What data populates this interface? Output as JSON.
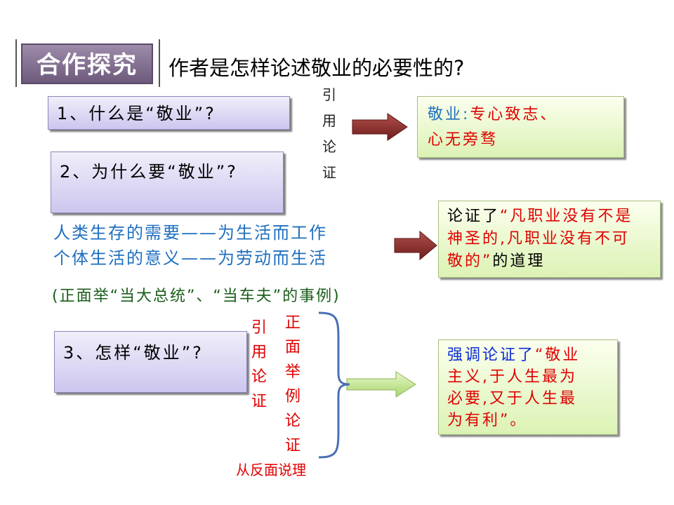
{
  "header": {
    "badge": "合作探究",
    "question": "作者是怎样论述敬业的必要性的?"
  },
  "questions": {
    "q1": "1、什么是“敬业”?",
    "q2": "2、为什么要“敬业”?",
    "q3": "3、怎样“敬业”?"
  },
  "methods": {
    "m1": [
      "引",
      "用",
      "论",
      "证"
    ],
    "m3a": [
      "引",
      "用",
      "论",
      "证"
    ],
    "m3b": [
      "正",
      "面",
      "举",
      "例",
      "论",
      "证"
    ],
    "reverse": "从反面说理"
  },
  "reasons": {
    "line1": "人类生存的需要——为生活而工作",
    "line2": "个体生活的意义——为劳动而生活",
    "example": "(正面举“当大总统”、“当车夫”的事例)"
  },
  "answers": {
    "a1_prefix": "敬业:",
    "a1_rest1": "专心致志、",
    "a1_line2": "心无旁骛",
    "a2_prefix": "论证了",
    "a2_red1": "“凡职业没有不是",
    "a2_red2": "神圣的,凡职业没有不可",
    "a2_red3": "敬的”",
    "a2_suffix": "的道理",
    "a3_prefix": "强调论证了",
    "a3_red1": "“敬业",
    "a3_red2": "主义,于人生最为",
    "a3_red3": "必要,又于人生最",
    "a3_red4": "为有利”。"
  },
  "colors": {
    "badge": "#6d5a7c",
    "question_box": "#cdc6ef",
    "answer_box": "#dcf2b4",
    "arrow_dark": "#8b2a2a",
    "arrow_light": "#bfe28a",
    "bracket": "#4a6fb5"
  }
}
